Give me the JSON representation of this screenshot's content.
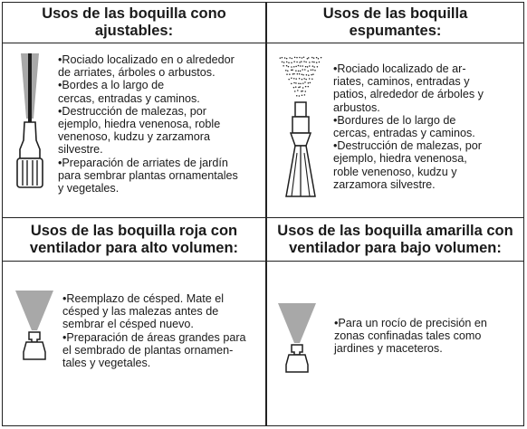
{
  "panels": [
    {
      "title_l1": "Usos de las boquilla cono",
      "title_l2": "ajustables:",
      "icon": "adjustable-cone-nozzle-icon",
      "lines": [
        "•Rociado localizado en o alrededor",
        "de arriates, árboles o arbustos.",
        "•Bordes a lo largo de",
        "cercas, entradas y caminos.",
        "•Destrucción de malezas, por",
        "ejemplo, hiedra venenosa, roble",
        "venenoso, kudzu y zarzamora",
        "silvestre.",
        "•Preparación de arriates de jardín",
        "para sembrar plantas ornamentales",
        "y vegetales."
      ]
    },
    {
      "title_l1": "Usos de las boquilla",
      "title_l2": "espumantes:",
      "icon": "foaming-nozzle-icon",
      "lines": [
        "•Rociado localizado de ar-",
        "riates, caminos, entradas y",
        "patios, alrededor de árboles y",
        "arbustos.",
        "•Bordures de lo largo de",
        "cercas, entradas y caminos.",
        "•Destrucción de malezas, por",
        "ejemplo, hiedra venenosa,",
        "roble venenoso, kudzu y",
        "zarzamora silvestre."
      ]
    },
    {
      "title_l1": "Usos de las boquilla roja con",
      "title_l2": "ventilador para alto volumen:",
      "icon": "red-fan-nozzle-icon",
      "lines": [
        "•Reemplazo de césped. Mate el",
        "césped y las malezas antes de",
        "sembrar el césped nuevo.",
        "•Preparación de áreas grandes para",
        "el sembrado de plantas ornamen-",
        "tales y vegetales."
      ]
    },
    {
      "title_l1": "Usos de las boquilla amarilla con",
      "title_l2": "ventilador para bajo volumen:",
      "icon": "yellow-fan-nozzle-icon",
      "lines": [
        "•Para un rocío de precisión en",
        "zonas confinadas tales como",
        "jardines y maceteros."
      ]
    }
  ],
  "colors": {
    "border": "#222222",
    "spray": "#a8a8a8",
    "nozzle_line": "#1f1f1f"
  }
}
